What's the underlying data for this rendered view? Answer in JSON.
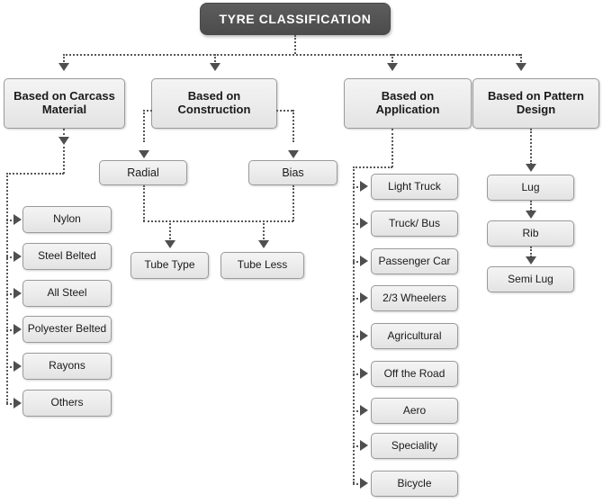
{
  "diagram": {
    "title": "TYRE CLASSIFICATION",
    "type": "hierarchical-tree-flowchart",
    "background_color": "#ffffff",
    "title_box_color": "#545454",
    "node_box_color": "#ededed",
    "connector_color": "#585858",
    "branches": [
      {
        "id": "carcass",
        "label": "Based on Carcass\nMaterial",
        "label_line1": "Based on Carcass",
        "label_line2": "Material",
        "children": [
          {
            "label": "Nylon"
          },
          {
            "label": "Steel Belted"
          },
          {
            "label": "All Steel"
          },
          {
            "label": "Polyester Belted"
          },
          {
            "label": "Rayons"
          },
          {
            "label": "Others"
          }
        ]
      },
      {
        "id": "construction",
        "label_line1": "Based on",
        "label_line2": "Construction",
        "children": [
          {
            "label": "Radial"
          },
          {
            "label": "Bias"
          }
        ],
        "grandchildren": [
          {
            "label": "Tube Type"
          },
          {
            "label": "Tube Less"
          }
        ]
      },
      {
        "id": "application",
        "label_line1": "Based on",
        "label_line2": "Application",
        "children": [
          {
            "label": "Light Truck"
          },
          {
            "label": "Truck/ Bus"
          },
          {
            "label": "Passenger Car"
          },
          {
            "label": "2/3 Wheelers"
          },
          {
            "label": "Agricultural"
          },
          {
            "label": "Off the Road"
          },
          {
            "label": "Aero"
          },
          {
            "label": "Speciality"
          },
          {
            "label": "Bicycle"
          }
        ]
      },
      {
        "id": "pattern",
        "label_line1": "Based on Pattern",
        "label_line2": "Design",
        "children": [
          {
            "label": "Lug"
          },
          {
            "label": "Rib"
          },
          {
            "label": "Semi Lug"
          }
        ]
      }
    ]
  }
}
